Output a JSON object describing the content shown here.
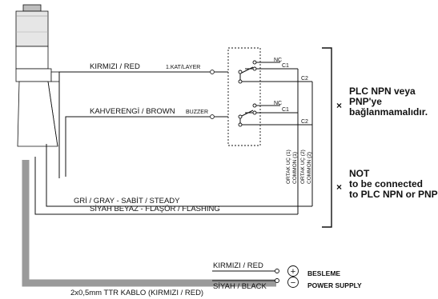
{
  "wires": {
    "red": "KIRMIZI / RED",
    "brown": "KAHVERENGİ / BROWN",
    "gray": "GRİ / GRAY - SABİT / STEADY",
    "black_white": "SİYAH BEYAZ - FLAŞÖR / FLASHING"
  },
  "relays": {
    "layer": "1.KAT/LAYER",
    "buzzer": "BUZZER",
    "nc": "NC",
    "c1": "C1",
    "c2": "C2"
  },
  "common": {
    "one_a": "ORTAK UÇ (1)",
    "one_b": "COMMON (1)",
    "two_a": "ORTAK UÇ (2)",
    "two_b": "COMMON (2)"
  },
  "notes": {
    "tr_line1": "PLC NPN veya",
    "tr_line2": "PNP'ye",
    "tr_line3": "bağlanmamalıdır.",
    "en_line1": "NOT",
    "en_line2": "to be connected",
    "en_line3": "to PLC NPN or PNP",
    "mark": "×"
  },
  "supply": {
    "red": "KIRMIZI / RED",
    "black": "SİYAH / BLACK",
    "plus": "+",
    "minus": "−",
    "title_tr": "BESLEME",
    "title_en": "POWER SUPPLY",
    "cable": "2x0,5mm TTR KABLO (KIRMIZI / RED)"
  },
  "colors": {
    "cable_gray": "#9a9a9a",
    "ink": "#111111",
    "lamp_tint": "#e6e6e6"
  }
}
